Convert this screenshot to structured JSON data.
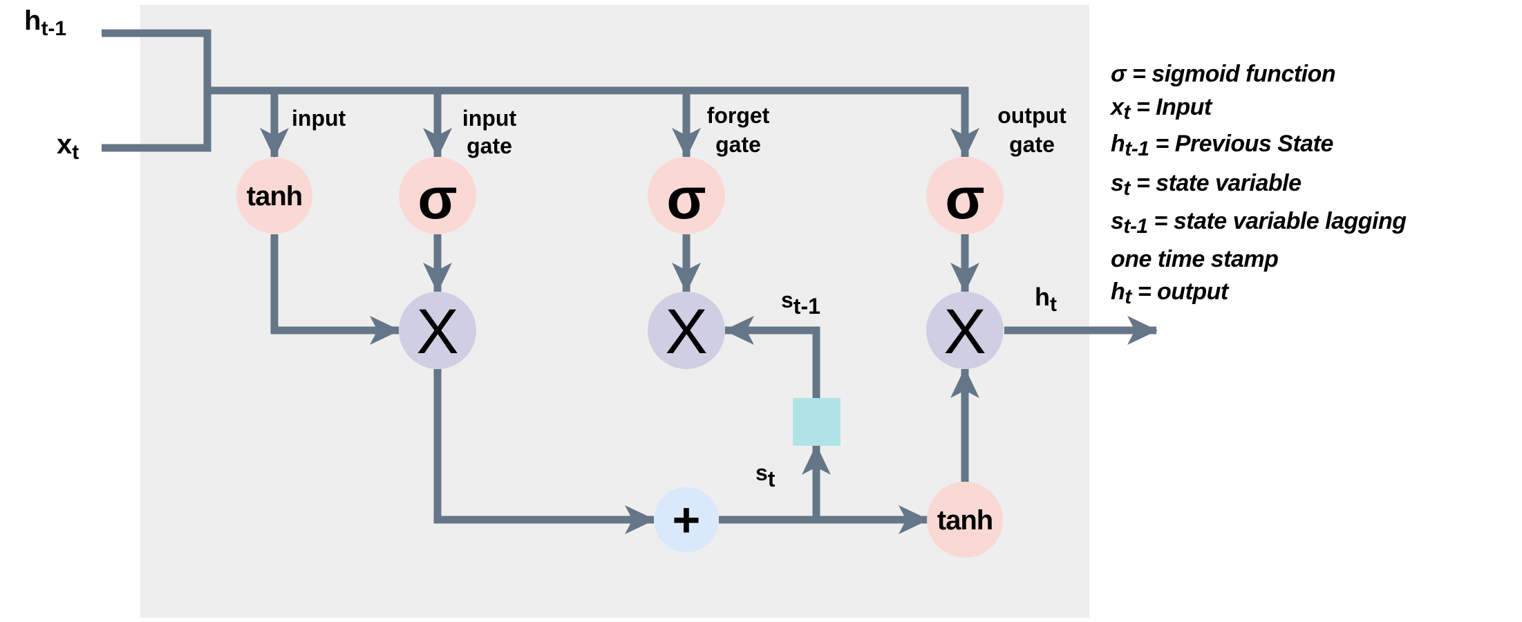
{
  "title": "LSTM cell diagram",
  "colors": {
    "panel": "#eeeeee",
    "wire": "#647687",
    "activation_node": "#fad9d5",
    "multiply_node": "#d0cee2",
    "add_node": "#dae8fc",
    "delay_block": "#b0e3e6",
    "text": "#000000"
  },
  "inputs": {
    "h_prev": {
      "base": "h",
      "sub": "t-1"
    },
    "x": {
      "base": "x",
      "sub": "t"
    }
  },
  "gate_labels": {
    "input": [
      "input"
    ],
    "input_gate": [
      "input",
      "gate"
    ],
    "forget_gate": [
      "forget",
      "gate"
    ],
    "output_gate": [
      "output",
      "gate"
    ]
  },
  "nodes": {
    "input_tanh": "tanh",
    "input_gate_sigma": "σ",
    "forget_gate_sigma": "σ",
    "output_gate_sigma": "σ",
    "input_multiply": "X",
    "forget_multiply": "X",
    "output_multiply": "X",
    "state_add": "+",
    "output_tanh": "tanh"
  },
  "signals": {
    "s_prev": {
      "base": "s",
      "sub": "t-1"
    },
    "s": {
      "base": "s",
      "sub": "t"
    },
    "h_out": {
      "base": "h",
      "sub": "t"
    }
  },
  "legend": [
    {
      "sym": "σ",
      "sub": "",
      "text": " = sigmoid function"
    },
    {
      "sym": "x",
      "sub": "t",
      "text": " = Input"
    },
    {
      "sym": "h",
      "sub": "t-1",
      "text": " = Previous State"
    },
    {
      "sym": "s",
      "sub": "t",
      "text": " = state variable"
    },
    {
      "sym": "s",
      "sub": "t-1",
      "text": " = state variable lagging"
    },
    {
      "sym": "",
      "sub": "",
      "text": "one time stamp"
    },
    {
      "sym": "h",
      "sub": "t",
      "text": " = output"
    }
  ]
}
